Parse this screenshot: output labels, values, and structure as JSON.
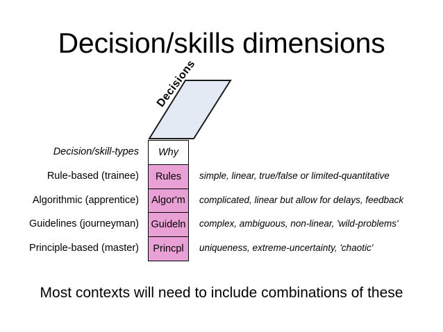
{
  "slide": {
    "title": "Decision/skills dimensions",
    "caption": "Most contexts will need to include combinations of these"
  },
  "diagram": {
    "slab": {
      "label": "Decisions",
      "fill_color": "#e4eaf3",
      "stroke_color": "#1a1a1a"
    },
    "column_header": {
      "left_label": "Decision/skill-types",
      "cell_label": "Why",
      "cell_fill": "#ffffff"
    },
    "cell_fill_color": "#e8a0d5",
    "rows": [
      {
        "label": "Rule-based (trainee)",
        "cell": "Rules",
        "description": "simple, linear, true/false or limited-quantitative"
      },
      {
        "label": "Algorithmic (apprentice)",
        "cell": "Algor'm",
        "description": "complicated, linear but allow for delays, feedback"
      },
      {
        "label": "Guidelines (journeyman)",
        "cell": "Guideln",
        "description": "complex, ambiguous, non-linear, 'wild-problems'"
      },
      {
        "label": "Principle-based (master)",
        "cell": "Princpl",
        "description": "uniqueness, extreme-uncertainty, 'chaotic'"
      }
    ]
  }
}
